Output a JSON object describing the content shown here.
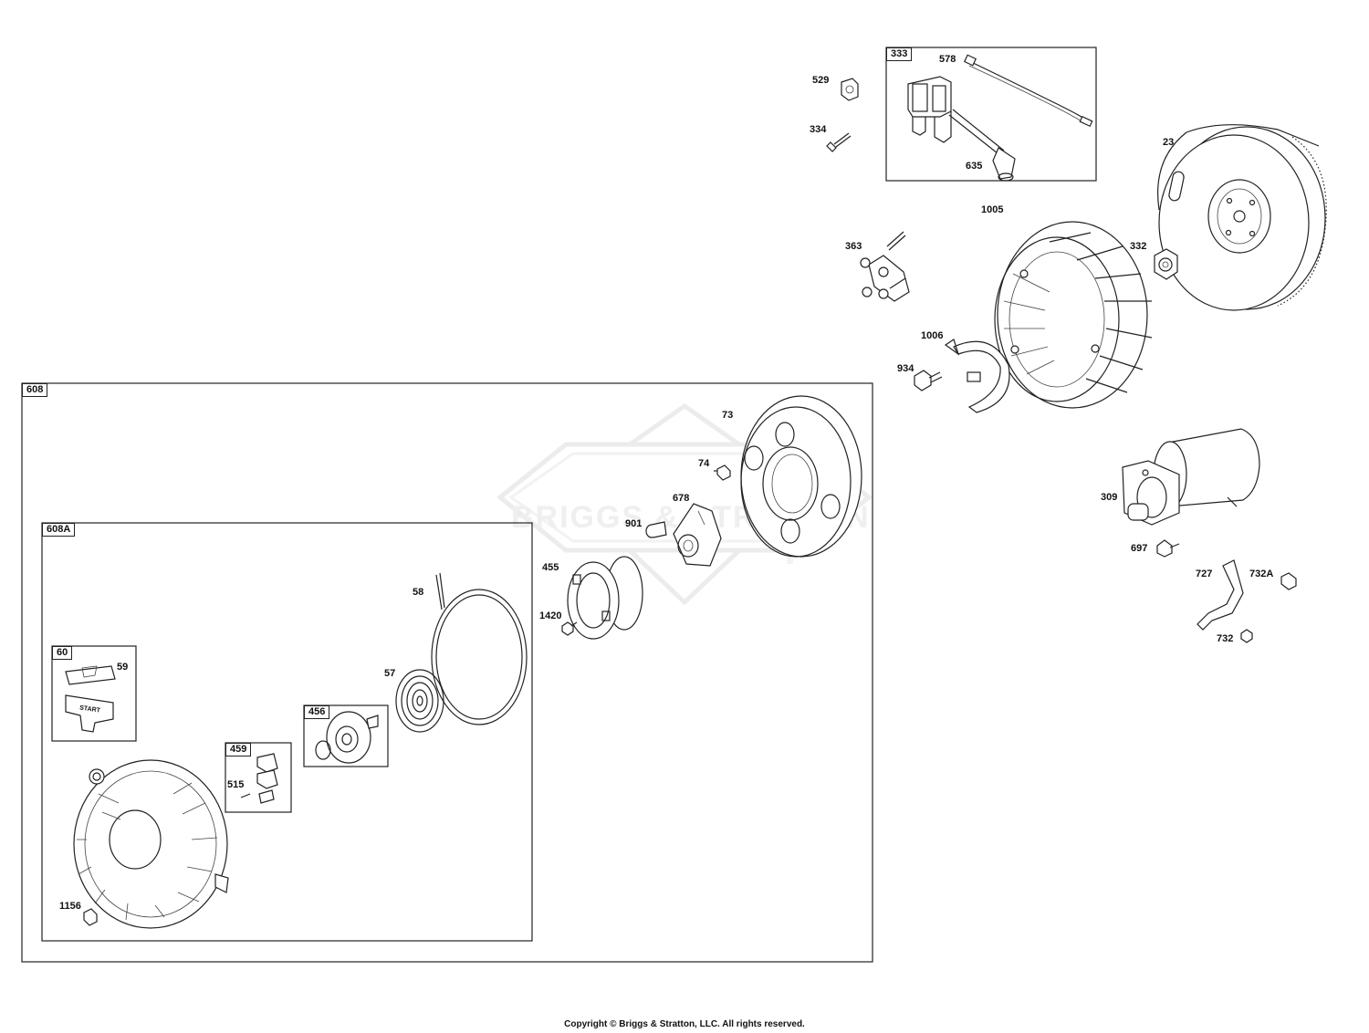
{
  "watermark": {
    "brand": "BRIGGS & STRATTON",
    "registered": "®"
  },
  "boxes": {
    "b608": "608",
    "b608A": "608A",
    "b60": "60",
    "b456": "456",
    "b459": "459",
    "b333": "333"
  },
  "parts": {
    "p529": "529",
    "p334": "334",
    "p578": "578",
    "p635": "635",
    "p23": "23",
    "p363": "363",
    "p1005": "1005",
    "p332": "332",
    "p1006": "1006",
    "p934": "934",
    "p73": "73",
    "p74": "74",
    "p678": "678",
    "p901": "901",
    "p455": "455",
    "p1420": "1420",
    "p58": "58",
    "p57": "57",
    "p59": "59",
    "p515": "515",
    "p1156": "1156",
    "p309": "309",
    "p697": "697",
    "p727": "727",
    "p732A": "732A",
    "p732": "732"
  },
  "texts": {
    "start_decal": "START"
  },
  "footer": {
    "copyright": "Copyright © Briggs & Stratton, LLC. All rights reserved."
  }
}
